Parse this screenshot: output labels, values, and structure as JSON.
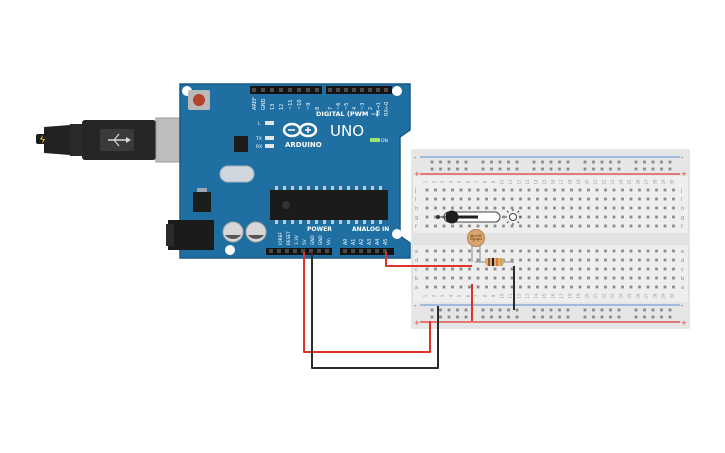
{
  "colors": {
    "board": "#1f6fa3",
    "board_dark": "#185a85",
    "breadboard": "#eeeeee",
    "wire_red": "#e0312a",
    "wire_black": "#2b2b2b",
    "rail_red": "#e23b34",
    "rail_blue": "#5a8fd6"
  },
  "board": {
    "model": "UNO",
    "brand": "ARDUINO",
    "digital_label": "DIGITAL (PWM ~)",
    "power_label": "POWER",
    "analog_label": "ANALOG IN",
    "on_label": "ON",
    "led_labels": [
      "L",
      "TX",
      "RX"
    ],
    "digital_pins": [
      "AREF",
      "GND",
      "13",
      "12",
      "~11",
      "~10",
      "~9",
      "8",
      "7",
      "~6",
      "~5",
      "4",
      "~3",
      "2",
      "TX→1",
      "RX←0"
    ],
    "power_pins": [
      "IOREF",
      "RESET",
      "3.3V",
      "5V",
      "GND",
      "GND",
      "Vin"
    ],
    "analog_pins": [
      "A0",
      "A1",
      "A2",
      "A3",
      "A4",
      "A5"
    ]
  },
  "breadboard": {
    "columns_shown": [
      "1",
      "2",
      "3",
      "4",
      "5",
      "6",
      "7",
      "8",
      "9",
      "10",
      "11",
      "12",
      "13",
      "14",
      "15",
      "16",
      "17",
      "18",
      "19",
      "20",
      "21",
      "22",
      "23",
      "24",
      "25",
      "26",
      "27",
      "28",
      "29",
      "30"
    ],
    "row_letters_top": [
      "j",
      "i",
      "h",
      "g",
      "f"
    ],
    "row_letters_bottom": [
      "e",
      "d",
      "c",
      "b",
      "a"
    ],
    "rail_plus": "+",
    "rail_minus": "-"
  },
  "components": [
    "photoresistor",
    "resistor",
    "temperature-sensor"
  ]
}
